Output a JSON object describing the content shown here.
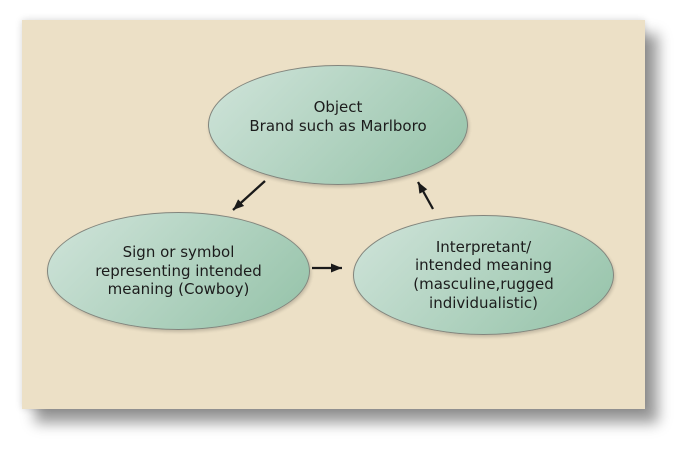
{
  "nodes": {
    "object": {
      "label": "Object\nBrand such as Marlboro"
    },
    "sign": {
      "label": "Sign or symbol\nrepresenting intended\nmeaning (Cowboy)"
    },
    "interpretant": {
      "label": "Interpretant/\nintended meaning\n(masculine,rugged\nindividualistic)"
    }
  },
  "colors": {
    "canvas-bg": "#ffffff",
    "panel-bg": "#ece0c6",
    "ellipse-light": "#d0e4da",
    "ellipse-dark": "#94c2a8",
    "ellipse-border": "#82857d",
    "arrow": "#1a1a1a",
    "text": "#1c1c1c"
  }
}
